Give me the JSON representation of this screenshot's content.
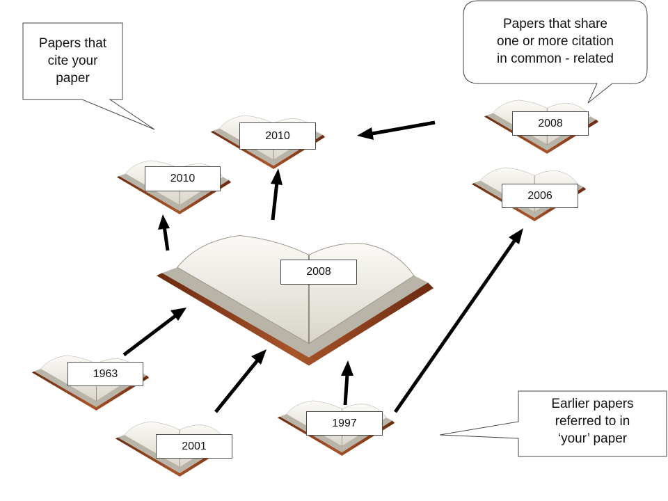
{
  "books": {
    "central": "2008",
    "cite_a": "2010",
    "cite_b": "2010",
    "related_a": "2008",
    "related_b": "2006",
    "ref_1963": "1963",
    "ref_2001": "2001",
    "ref_1997": "1997"
  },
  "callouts": {
    "citing": [
      "Papers that",
      "cite your",
      "paper"
    ],
    "related": [
      "Papers that share",
      "one or more citation",
      "in common - related"
    ],
    "earlier": [
      "Earlier papers",
      "referred to in",
      "‘your’ paper"
    ]
  },
  "colors": {
    "page": "#f4f1ea",
    "page_shade": "#b9b4a8",
    "cover": "#8a3a1a",
    "arrow": "#000000"
  }
}
